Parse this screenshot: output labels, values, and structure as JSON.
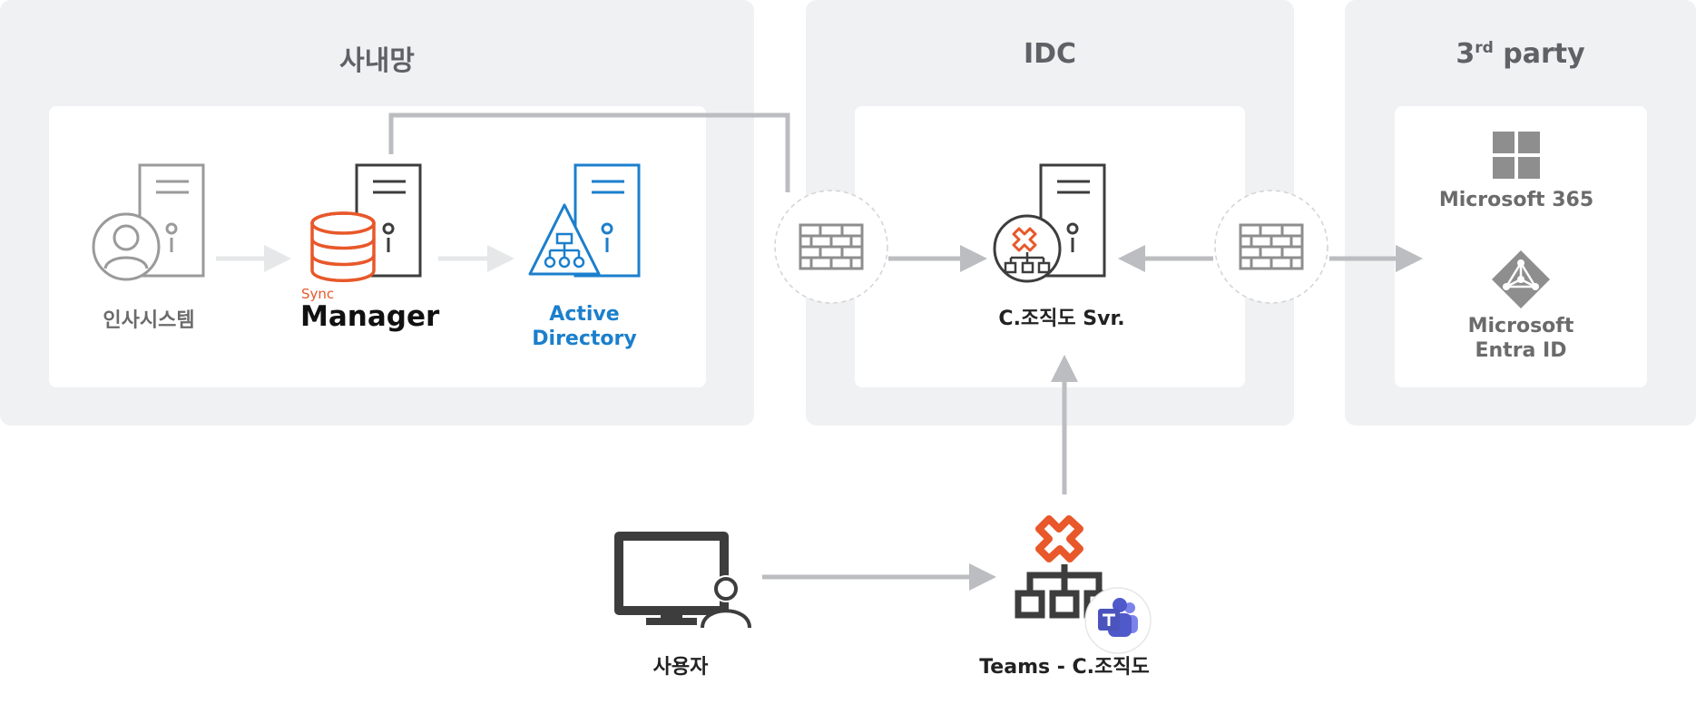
{
  "zones": {
    "internal": {
      "title": "사내망"
    },
    "idc": {
      "title": "IDC"
    },
    "third_party": {
      "title_main": "3",
      "title_sup": "rd",
      "title_rest": " party"
    }
  },
  "nodes": {
    "hr_system": "인사시스템",
    "sync_manager_small": "Sync",
    "sync_manager_big": "Manager",
    "active_directory_line1": "Active",
    "active_directory_line2": "Directory",
    "org_server": "C.조직도 Svr.",
    "microsoft365": "Microsoft 365",
    "entra_line1": "Microsoft",
    "entra_line2": "Entra ID",
    "user": "사용자",
    "teams_app": "Teams - C.조직도"
  },
  "colors": {
    "zone_bg": "#f0f1f3",
    "arrow_light": "#e6e7e9",
    "arrow_gray": "#bcbdc1",
    "icon_gray": "#8e8e8e",
    "icon_dark": "#3d3d3d",
    "accent_orange": "#e8582a",
    "accent_blue": "#1b7fcc",
    "teams_purple": "#5059c9"
  }
}
